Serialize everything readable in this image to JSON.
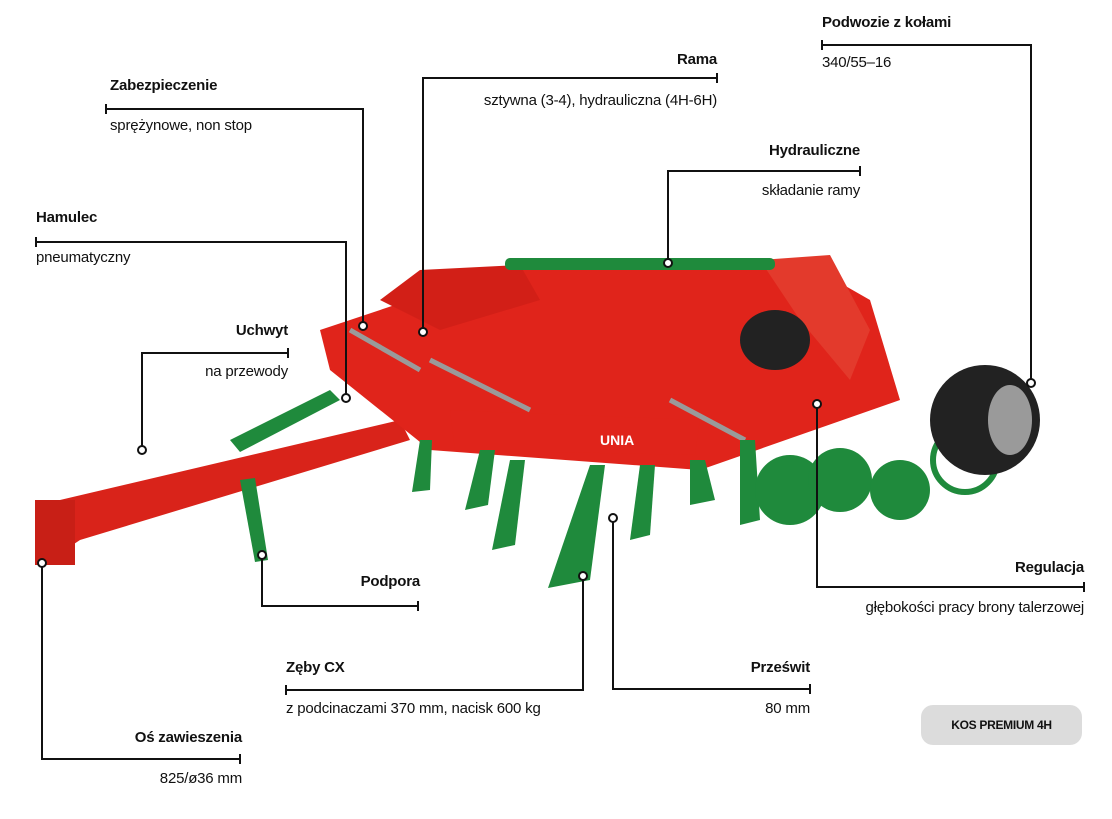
{
  "product_name": "KOS PREMIUM 4H",
  "brand_logo": "UNIA",
  "colors": {
    "frame_red": "#e0241b",
    "tine_green": "#1f8a3c",
    "line": "#111111",
    "badge_bg": "#dcdcdc"
  },
  "callouts": {
    "zabezpieczenie": {
      "title": "Zabezpieczenie",
      "value": "sprężynowe, non stop"
    },
    "rama": {
      "title": "Rama",
      "value": "sztywna (3-4), hydrauliczna (4H-6H)"
    },
    "podwozie": {
      "title": "Podwozie z kołami",
      "value": "340/55–16"
    },
    "hydrauliczne": {
      "title": "Hydrauliczne",
      "value": "składanie ramy"
    },
    "hamulec": {
      "title": "Hamulec",
      "value": "pneumatyczny"
    },
    "uchwyt": {
      "title": "Uchwyt",
      "value": "na przewody"
    },
    "regulacja": {
      "title": "Regulacja",
      "value": "głębokości pracy brony talerzowej"
    },
    "podpora": {
      "title": "Podpora"
    },
    "zeby": {
      "title": "Zęby CX",
      "value": "z podcinaczami 370 mm, nacisk 600 kg"
    },
    "przeswit": {
      "title": "Prześwit",
      "value": "80 mm"
    },
    "os": {
      "title": "Oś zawieszenia",
      "value": "825/ø36 mm"
    }
  }
}
